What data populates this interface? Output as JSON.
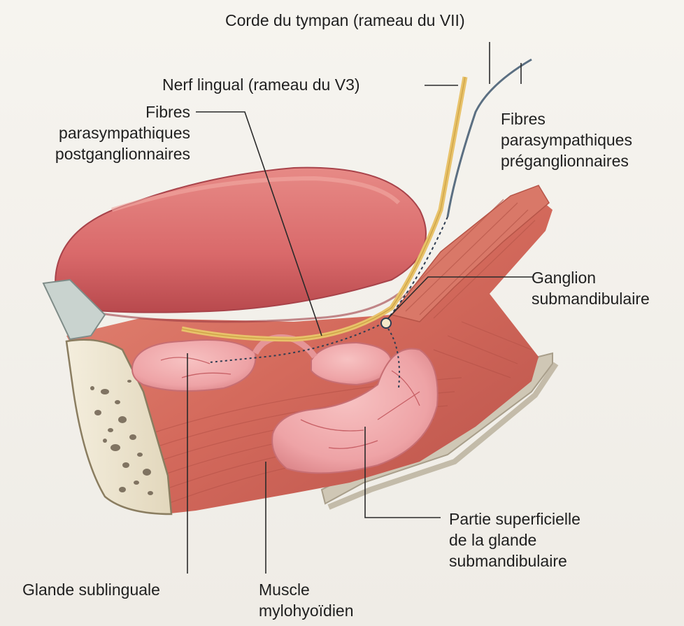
{
  "labels": {
    "corde_du_tympan": "Corde du tympan (rameau du VII)",
    "nerf_lingual": "Nerf lingual (rameau du V3)",
    "fibres_post": [
      "Fibres",
      "parasympathiques",
      "postganglionnaires"
    ],
    "fibres_pre": [
      "Fibres",
      "parasympathiques",
      "préganglionnaires"
    ],
    "ganglion": [
      "Ganglion",
      "submandibulaire"
    ],
    "partie_superficielle": [
      "Partie superficielle",
      "de la glande",
      "submandibulaire"
    ],
    "glande_sublinguale": "Glande sublinguale",
    "muscle": [
      "Muscle",
      "mylohyoïdien"
    ]
  },
  "colors": {
    "tongue": "#d9696a",
    "muscle": "#d46a5c",
    "gland": "#eea3a6",
    "nerve": "#e8c26a",
    "bone": "#ece4cf",
    "leader": "#2a2a2a"
  }
}
